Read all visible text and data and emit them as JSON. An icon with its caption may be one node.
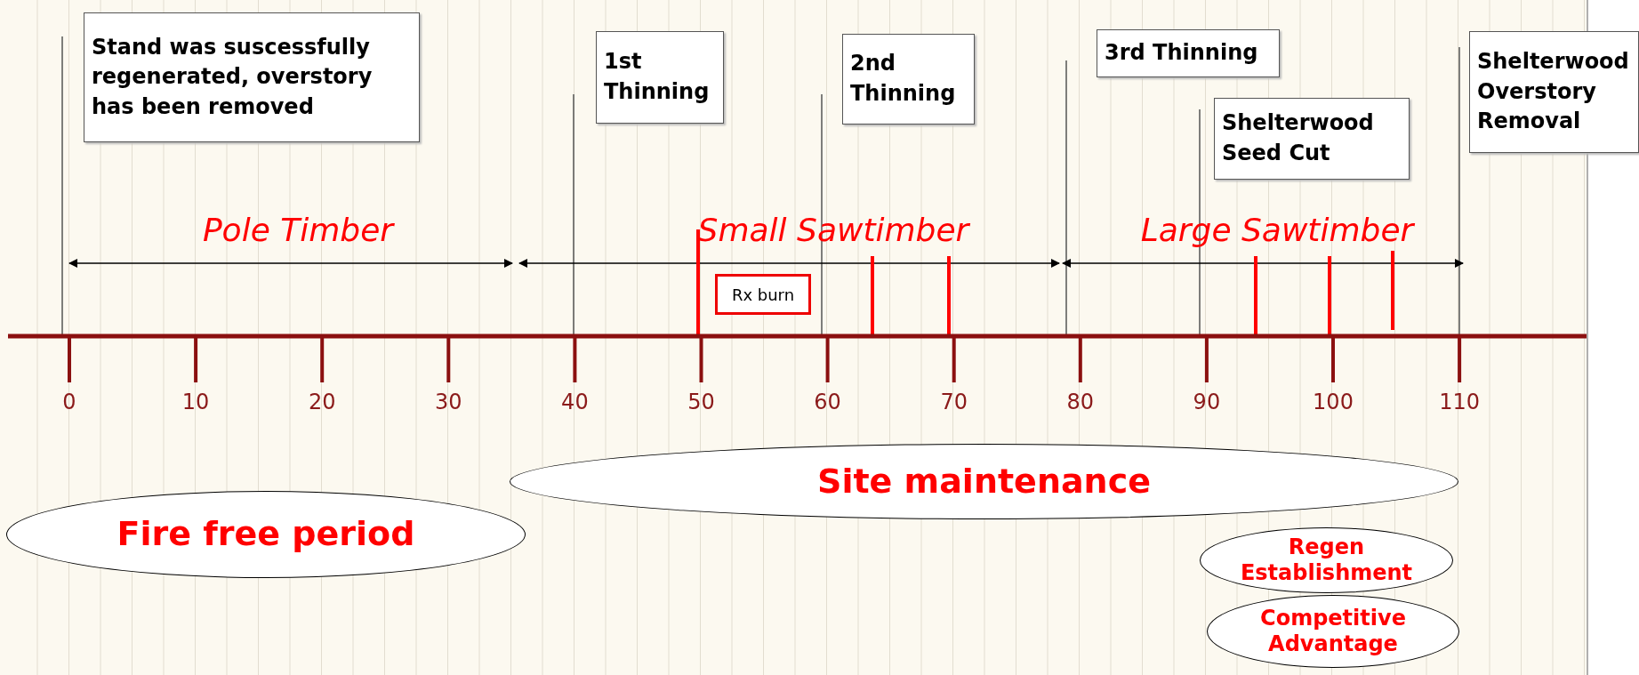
{
  "diagram": {
    "nodes": [
      {
        "text": [
          "Stand was suscessfully regenerated, overstory has been removed"
        ]
      },
      {
        "text": [
          "1st Thinning"
        ]
      },
      {
        "text": [
          "2nd Thinning"
        ]
      },
      {
        "text": [
          "3rd Thinning"
        ]
      },
      {
        "text": [
          "Shelterwood Seed Cut"
        ]
      },
      {
        "text": [
          "Shelterwood Overstory Removal"
        ]
      },
      {
        "text": [
          "Rx burn"
        ]
      },
      {
        "text": [
          "Site maintenance"
        ]
      },
      {
        "text": [
          "Fire free period"
        ]
      },
      {
        "text": [
          "Regen Establishment"
        ]
      },
      {
        "text": [
          "Competitive Advantage"
        ]
      }
    ],
    "edges": [
      {
        "from": 0,
        "to": null,
        "arrow": "none"
      },
      {
        "from": 1,
        "to": null,
        "arrow": "none"
      },
      {
        "from": 2,
        "to": null,
        "arrow": "none"
      },
      {
        "from": 3,
        "to": null,
        "arrow": "none"
      },
      {
        "from": 4,
        "to": null,
        "arrow": "none"
      },
      {
        "from": 5,
        "to": null,
        "arrow": "none"
      }
    ],
    "labels": [
      "Pole Timber",
      "Small Sawtimber",
      "Large Sawtimber",
      "0",
      "10",
      "20",
      "30",
      "40",
      "50",
      "60",
      "70",
      "80",
      "90",
      "100",
      "110"
    ]
  }
}
